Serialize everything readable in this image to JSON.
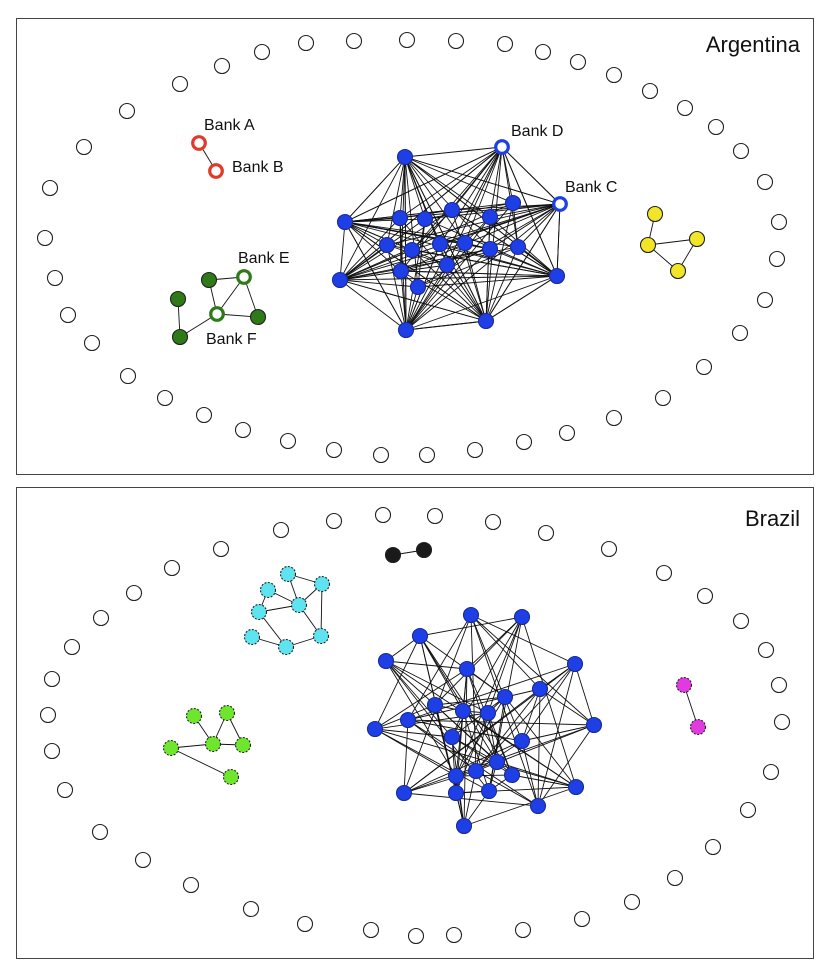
{
  "panels": [
    {
      "title": "Argentina",
      "bank_labels": {
        "A": "Bank A",
        "B": "Bank B",
        "C": "Bank C",
        "D": "Bank D",
        "E": "Bank E",
        "F": "Bank F"
      },
      "colors": {
        "red": "#e03a2a",
        "blue": "#1f3fe6",
        "yellow": "#f2e528",
        "green": "#2e7a18",
        "isolated": "#ffffff"
      }
    },
    {
      "title": "Brazil",
      "colors": {
        "blue": "#1f3fe6",
        "cyan": "#5ee3f0",
        "lime": "#6ee62e",
        "black": "#1a1a1a",
        "magenta": "#e03ae0",
        "isolated": "#ffffff"
      }
    }
  ]
}
